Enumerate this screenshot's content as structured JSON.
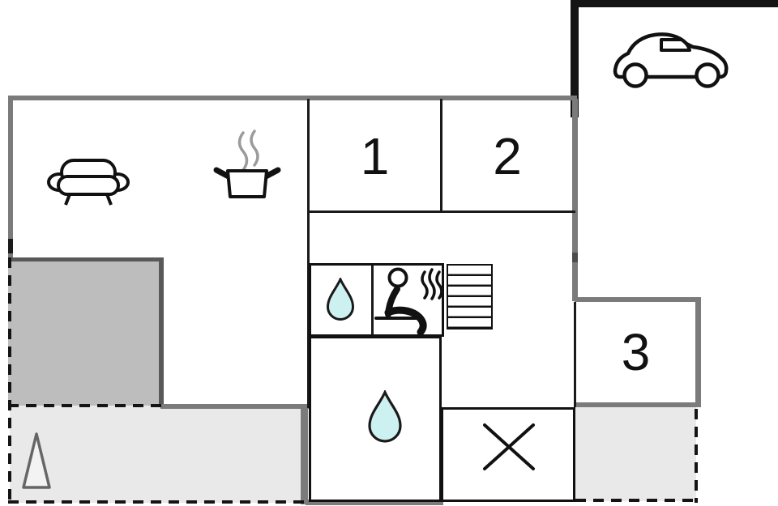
{
  "rooms": {
    "bedroom1": {
      "label": "1"
    },
    "bedroom2": {
      "label": "2"
    },
    "bedroom3": {
      "label": "3"
    }
  },
  "areas": {
    "living_room": "living-room with sofa",
    "kitchen": "kitchen with cooking pot",
    "carport": "carport with car",
    "shower_room": "shower and sauna",
    "bathroom": "bathroom with water drop",
    "utility": "room marked with X cross",
    "stairs": "staircase",
    "terrace_left": "terrace with tree",
    "terrace_right": "terrace",
    "balcony_dark": "dark shaded area"
  },
  "icons": {
    "sofa": "sofa-icon",
    "cooking_pot": "cooking-pot-icon",
    "car": "car-icon",
    "water_drop_small": "water-drop-icon",
    "sauna": "sauna-person-icon",
    "stairs": "stairs-icon",
    "water_drop_large": "water-drop-icon",
    "x_cross": "x-cross-icon",
    "tree": "tree-icon"
  },
  "colors": {
    "wall_gray": "#7b7b7b",
    "wall_black": "#141414",
    "interior_line": "#1a1a1a",
    "dark_area_fill": "#bdbdbd",
    "dark_area_border": "#595959",
    "terrace_fill": "#e9e9e9",
    "water_drop_fill": "#cdf1f1",
    "steam_gray": "#9b9b9b"
  }
}
